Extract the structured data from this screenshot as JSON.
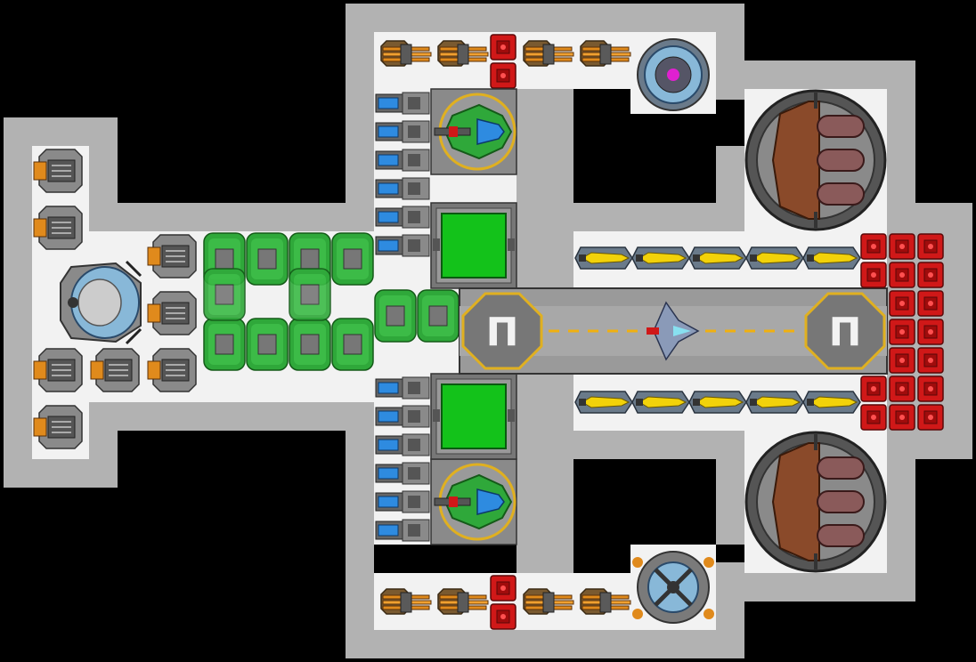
{
  "palette": {
    "background": "#000000",
    "hull": "#b2b2b2",
    "floor": "#f2f2f2",
    "armor_red": "#d01818",
    "battery_green": "#2fa83a",
    "cargo_green": "#13c21a",
    "thruster_orange": "#e08a1c",
    "cooler_blue": "#2e8be0",
    "missile_yellow": "#f2d20a",
    "shield_magenta": "#e020d0",
    "hangar_gold": "#e0b020"
  },
  "components": {
    "tri_cannon_icon": "triple-barrel-cannon",
    "thruster_icon": "thruster",
    "armor_icon": "armor-plate",
    "battery_icon": "battery-cell",
    "cooler_icon": "coolant-cell",
    "turret_icon": "gun-turret",
    "cargo_icon": "cargo-hold",
    "missile_icon": "missile-pod",
    "shield_icon": "shield-generator",
    "core_icon": "reactor-core",
    "cockpit_icon": "command-pod",
    "hangar_icon": "hangar-bay"
  },
  "hangar": {
    "start_pad_symbol": "П",
    "end_pad_symbol": "П"
  }
}
